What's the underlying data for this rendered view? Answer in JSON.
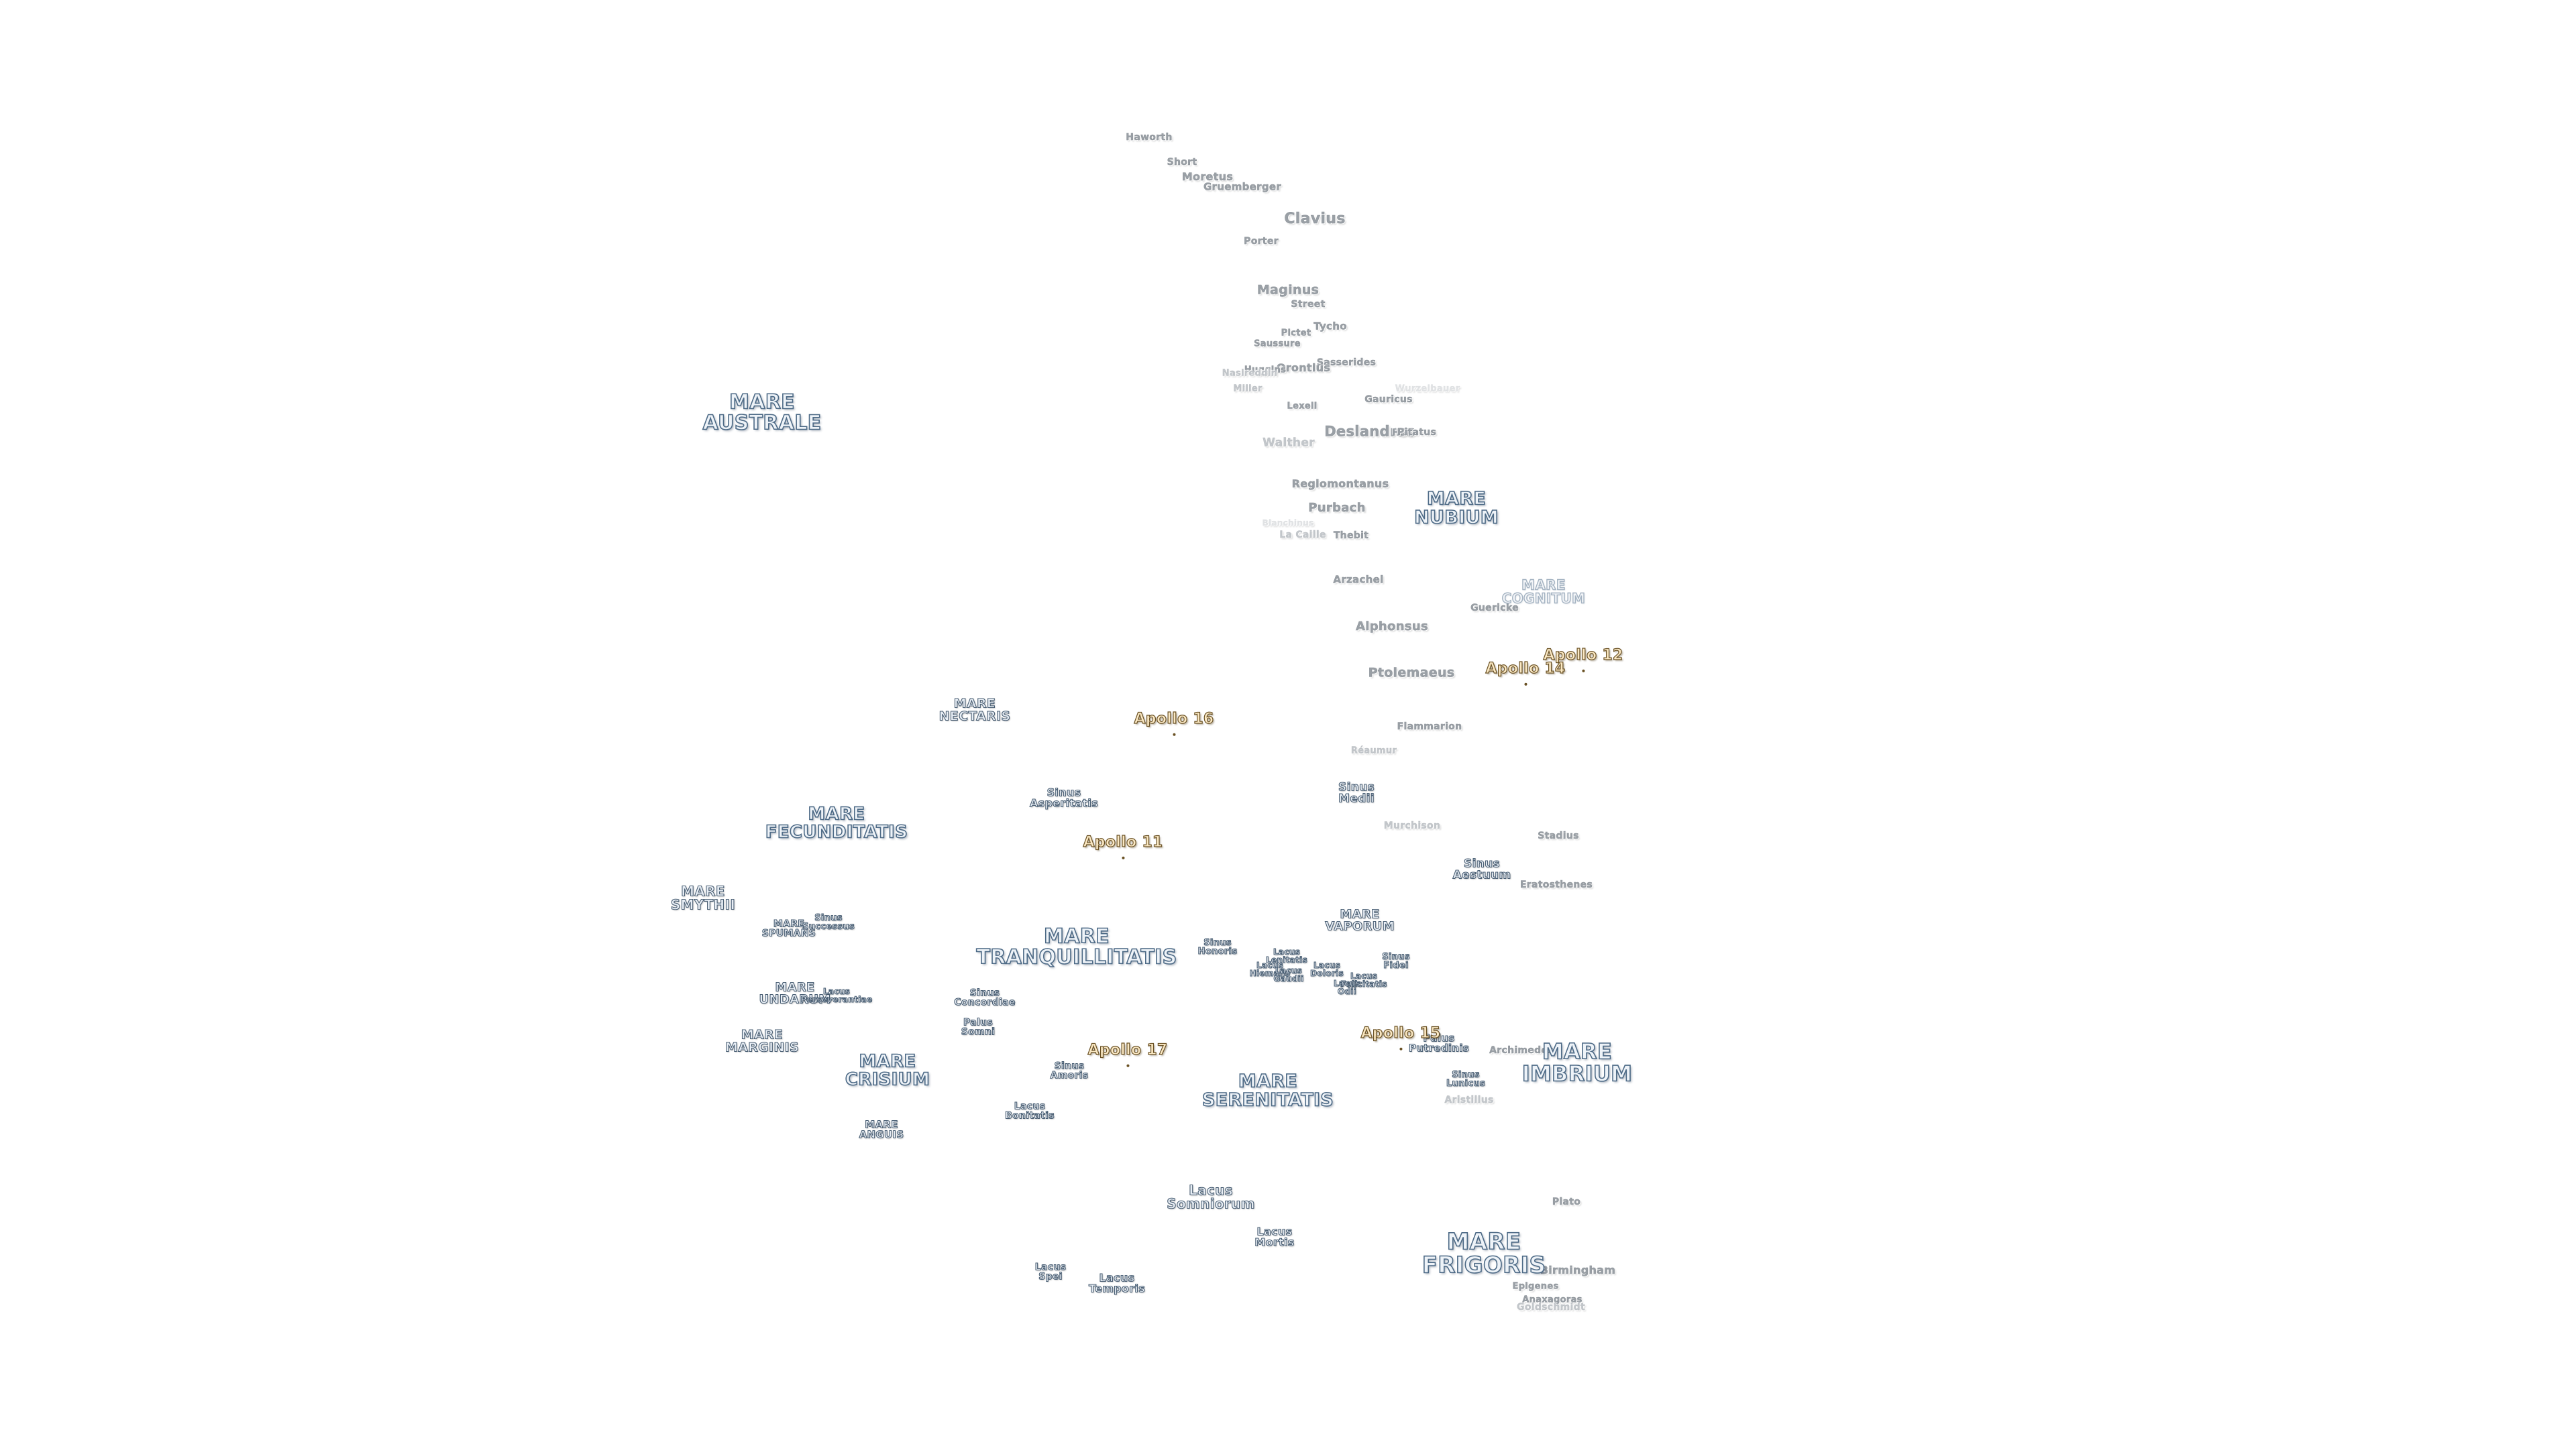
{
  "features": [
    {
      "text": "Haworth",
      "kind": "crater"
    },
    {
      "text": "Short",
      "kind": "crater"
    },
    {
      "text": "Moretus",
      "kind": "crater"
    },
    {
      "text": "Gruemberger",
      "kind": "crater"
    },
    {
      "text": "Clavius",
      "kind": "crater"
    },
    {
      "text": "Porter",
      "kind": "crater"
    },
    {
      "text": "Maginus",
      "kind": "crater"
    },
    {
      "text": "Street",
      "kind": "crater"
    },
    {
      "text": "Tycho",
      "kind": "crater"
    },
    {
      "text": "Pictet",
      "kind": "crater"
    },
    {
      "text": "Saussure",
      "kind": "crater"
    },
    {
      "text": "Sasserides",
      "kind": "crater"
    },
    {
      "text": "Orontius",
      "kind": "crater"
    },
    {
      "text": "Huggins",
      "kind": "crater"
    },
    {
      "text": "Nasireddin",
      "kind": "crater"
    },
    {
      "text": "Miller",
      "kind": "crater"
    },
    {
      "text": "Lexell",
      "kind": "crater"
    },
    {
      "text": "Gauricus",
      "kind": "crater"
    },
    {
      "text": "Wurzelbauer",
      "kind": "crater"
    },
    {
      "text": "Walther",
      "kind": "crater"
    },
    {
      "text": "Deslandres",
      "kind": "crater"
    },
    {
      "text": "Hell",
      "kind": "crater"
    },
    {
      "text": "Pitatus",
      "kind": "crater"
    },
    {
      "text": "Regiomontanus",
      "kind": "crater"
    },
    {
      "text": "Purbach",
      "kind": "crater"
    },
    {
      "text": "Blanchinus",
      "kind": "crater"
    },
    {
      "text": "La Caille",
      "kind": "crater"
    },
    {
      "text": "Thebit",
      "kind": "crater"
    },
    {
      "text": "Arzachel",
      "kind": "crater"
    },
    {
      "text": "Alphonsus",
      "kind": "crater"
    },
    {
      "text": "Guericke",
      "kind": "crater"
    },
    {
      "text": "Ptolemaeus",
      "kind": "crater"
    },
    {
      "text": "Flammarion",
      "kind": "crater"
    },
    {
      "text": "Réaumur",
      "kind": "crater"
    },
    {
      "text": "Murchison",
      "kind": "crater"
    },
    {
      "text": "Stadius",
      "kind": "crater"
    },
    {
      "text": "Eratosthenes",
      "kind": "crater"
    },
    {
      "text": "Archimedes",
      "kind": "crater"
    },
    {
      "text": "Aristillus",
      "kind": "crater"
    },
    {
      "text": "Plato",
      "kind": "crater"
    },
    {
      "text": "Birmingham",
      "kind": "crater"
    },
    {
      "text": "Epigenes",
      "kind": "crater"
    },
    {
      "text": "Anaxagoras",
      "kind": "crater"
    },
    {
      "text": "Goldschmidt",
      "kind": "crater"
    },
    {
      "text": "MARE\nAUSTRALE",
      "kind": "mare"
    },
    {
      "text": "MARE\nNUBIUM",
      "kind": "mare"
    },
    {
      "text": "MARE\nCOGNITUM",
      "kind": "mare"
    },
    {
      "text": "MARE\nNECTARIS",
      "kind": "mare"
    },
    {
      "text": "MARE\nFECUNDITATIS",
      "kind": "mare"
    },
    {
      "text": "MARE\nSMYTHII",
      "kind": "mare"
    },
    {
      "text": "MARE\nSPUMANS",
      "kind": "mare"
    },
    {
      "text": "MARE\nUNDARUM",
      "kind": "mare"
    },
    {
      "text": "MARE\nMARGINIS",
      "kind": "mare"
    },
    {
      "text": "MARE\nCRISIUM",
      "kind": "mare"
    },
    {
      "text": "MARE\nANGUIS",
      "kind": "mare"
    },
    {
      "text": "MARE\nTRANQUILLITATIS",
      "kind": "mare"
    },
    {
      "text": "MARE\nVAPORUM",
      "kind": "mare"
    },
    {
      "text": "MARE\nSERENITATIS",
      "kind": "mare"
    },
    {
      "text": "MARE\nIMBRIUM",
      "kind": "mare"
    },
    {
      "text": "MARE\nFRIGORIS",
      "kind": "mare"
    },
    {
      "text": "Sinus\nAsperitatis",
      "kind": "sinus"
    },
    {
      "text": "Sinus\nMedii",
      "kind": "sinus"
    },
    {
      "text": "Sinus\nAestuum",
      "kind": "sinus"
    },
    {
      "text": "Sinus\nSuccessus",
      "kind": "sinus"
    },
    {
      "text": "Lacus\nPerseverantiae",
      "kind": "lacus"
    },
    {
      "text": "Sinus\nConcordiae",
      "kind": "sinus"
    },
    {
      "text": "Palus\nSomni",
      "kind": "palus"
    },
    {
      "text": "Sinus\nAmoris",
      "kind": "sinus"
    },
    {
      "text": "Lacus\nBonitatis",
      "kind": "lacus"
    },
    {
      "text": "Sinus\nHonoris",
      "kind": "sinus"
    },
    {
      "text": "Lacus\nLenitatis",
      "kind": "lacus"
    },
    {
      "text": "Lacus\nHiemalis",
      "kind": "lacus"
    },
    {
      "text": "Lacus\nGaudii",
      "kind": "lacus"
    },
    {
      "text": "Lacus\nDoloris",
      "kind": "lacus"
    },
    {
      "text": "Lacus\nFelicitatis",
      "kind": "lacus"
    },
    {
      "text": "Lacus\nOdii",
      "kind": "lacus"
    },
    {
      "text": "Sinus\nFidei",
      "kind": "sinus"
    },
    {
      "text": "Palus\nPutredinis",
      "kind": "palus"
    },
    {
      "text": "Sinus\nLunicus",
      "kind": "sinus"
    },
    {
      "text": "Lacus\nSomniorum",
      "kind": "lacus"
    },
    {
      "text": "Lacus\nMortis",
      "kind": "lacus"
    },
    {
      "text": "Lacus\nSpei",
      "kind": "lacus"
    },
    {
      "text": "Lacus\nTemporis",
      "kind": "lacus"
    },
    {
      "text": "Apollo 12",
      "kind": "landing-site"
    },
    {
      "text": "Apollo 14",
      "kind": "landing-site"
    },
    {
      "text": "Apollo 16",
      "kind": "landing-site"
    },
    {
      "text": "Apollo 11",
      "kind": "landing-site"
    },
    {
      "text": "Apollo 17",
      "kind": "landing-site"
    },
    {
      "text": "Apollo 15",
      "kind": "landing-site"
    }
  ]
}
